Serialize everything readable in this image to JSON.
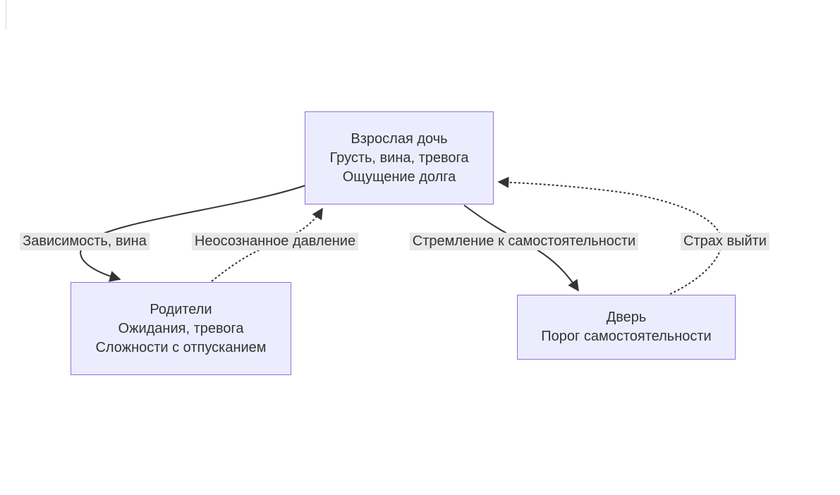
{
  "diagram": {
    "type": "flowchart",
    "nodes": {
      "daughter": {
        "lines": [
          "Взрослая дочь",
          "Грусть, вина, тревога",
          "Ощущение долга"
        ]
      },
      "parents": {
        "lines": [
          "Родители",
          "Ожидания, тревога",
          "Сложности с отпусканием"
        ]
      },
      "door": {
        "lines": [
          "Дверь",
          "Порог самостоятельности"
        ]
      }
    },
    "edges": [
      {
        "from": "daughter",
        "to": "parents",
        "label": "Зависимость, вина",
        "style": "solid"
      },
      {
        "from": "parents",
        "to": "daughter",
        "label": "Неосознанное давление",
        "style": "dotted"
      },
      {
        "from": "daughter",
        "to": "door",
        "label": "Стремление к самостоятельности",
        "style": "solid"
      },
      {
        "from": "door",
        "to": "daughter",
        "label": "Страх выйти",
        "style": "dotted"
      }
    ],
    "colors": {
      "node_fill": "#ECECFF",
      "node_border": "#9370DB",
      "edge_label_bg": "#e8e8e8",
      "edge_stroke": "#333333",
      "text": "#333333",
      "background": "#ffffff"
    }
  }
}
